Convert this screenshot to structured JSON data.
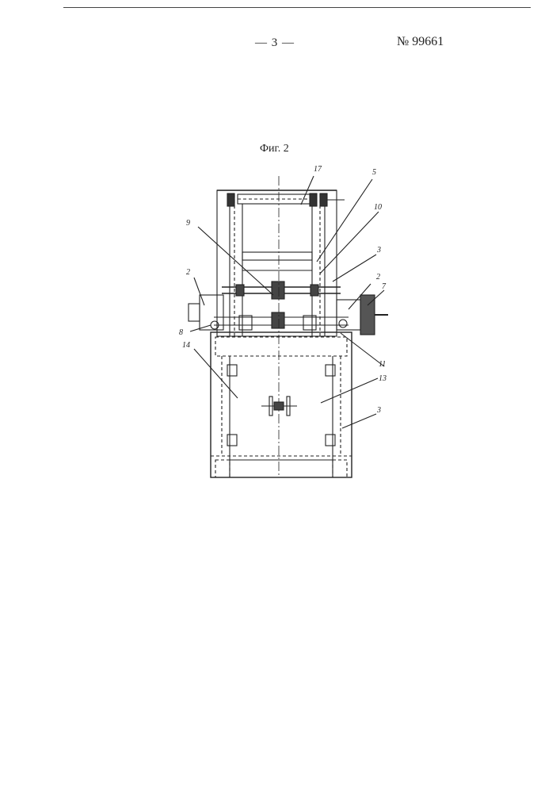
{
  "header": {
    "page_number": "— 3 —",
    "patent_number": "№ 99661"
  },
  "figure": {
    "caption": "Фиг. 2",
    "part_labels": {
      "l17": "17",
      "l5": "5",
      "l10": "10",
      "l9": "9",
      "l3a": "3",
      "l2a": "2",
      "l2b": "2",
      "l7": "7",
      "l8": "8",
      "l14": "14",
      "l11": "11",
      "l13": "13",
      "l3b": "3"
    }
  }
}
